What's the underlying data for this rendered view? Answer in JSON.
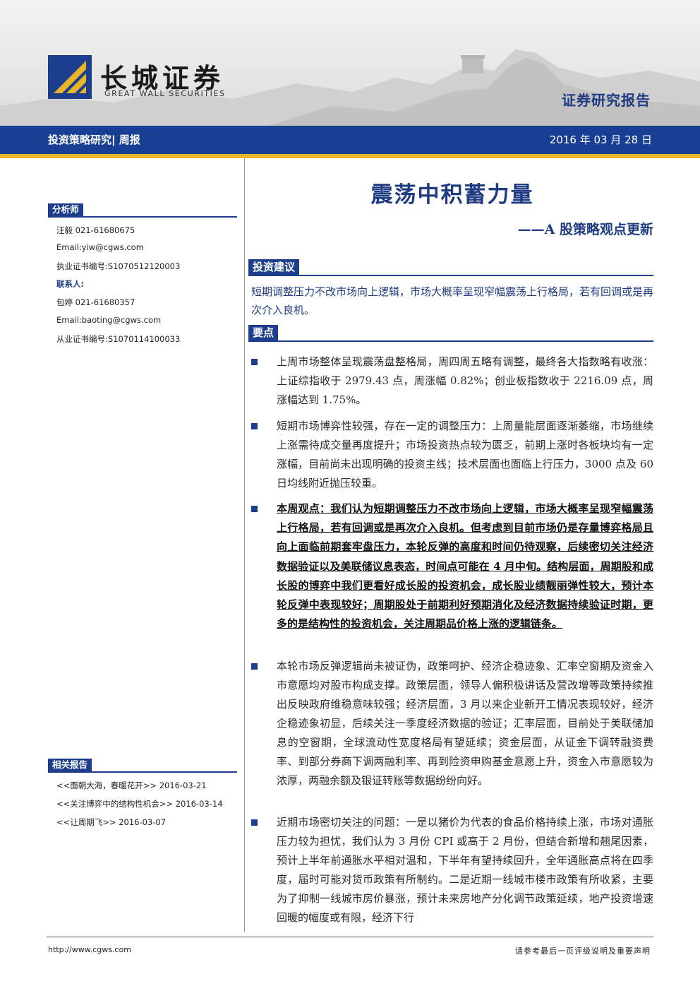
{
  "header": {
    "logo_cn": "长城证券",
    "logo_en": "GREAT WALL SECURITIES",
    "report_type": "证券研究报告"
  },
  "band": {
    "category": "投资策略研究| 周报",
    "date": "2016 年 03 月 28 日"
  },
  "sidebar": {
    "analyst_heading": "分析师",
    "analyst_lines": [
      "汪毅 021-61680675",
      "Email:yiw@cgws.com",
      "执业证书编号:S1070512120003"
    ],
    "contact_heading": "联系人:",
    "contact_lines": [
      "包婷 021-61680357",
      "Email:baoting@cgws.com",
      "从业证书编号:S1070114100033"
    ],
    "related_heading": "相关报告",
    "related": [
      "<<面朝大海，春暖花开>> 2016-03-21",
      "<<关注博弈中的结构性机会>> 2016-03-14",
      "<<让周期飞>> 2016-03-07"
    ]
  },
  "main": {
    "title": "震荡中积蓄力量",
    "subtitle": "——A 股策略观点更新",
    "advice_heading": "投资建议",
    "advice_text": "短期调整压力不改市场向上逻辑，市场大概率呈现窄幅震荡上行格局，若有回调或是再次介入良机。",
    "points_heading": "要点",
    "points": [
      "上周市场整体呈现震荡盘整格局，周四周五略有调整，最终各大指数略有收涨：上证综指收于 2979.43 点，周涨幅 0.82%；创业板指数收于 2216.09 点，周涨幅达到 1.75%。",
      "短期市场博弈性较强，存在一定的调整压力：上周量能层面逐渐萎缩，市场继续上涨需待成交量再度提升；市场投资热点较为匮乏，前期上涨时各板块均有一定涨幅，目前尚未出现明确的投资主线；技术层面也面临上行压力，3000 点及 60 日均线附近抛压较重。",
      "本周观点：我们认为短期调整压力不改市场向上逻辑，市场大概率呈现窄幅震荡上行格局，若有回调或是再次介入良机。但考虑到目前市场仍是存量博弈格局且向上面临前期套牢盘压力，本轮反弹的高度和时间仍待观察，后续密切关注经济数据验证以及美联储议息表态，时间点可能在 4 月中旬。结构层面，周期股和成长股的博弈中我们更看好成长股的投资机会，成长股业绩靓丽弹性较大，预计本轮反弹中表现较好；周期股处于前期利好预期消化及经济数据持续验证时期，更多的是结构性的投资机会，关注周期品价格上涨的逻辑链条。",
      "本轮市场反弹逻辑尚未被证伪，政策呵护、经济企稳迹象、汇率空窗期及资金入市意愿均对股市构成支撑。政策层面，领导人偏积极讲话及营改增等政策持续推出反映政府维稳意味较强；经济层面，3 月以来企业新开工情况表现较好，经济企稳迹象初显，后续关注一季度经济数据的验证；汇率层面，目前处于美联储加息的空窗期，全球流动性宽度格局有望延续；资金层面，从证金下调转融资费率、到部分券商下调两融利率、再到险资申购基金意愿上升，资金入市意愿较为浓厚，两融余额及银证转账等数据纷纷向好。",
      "近期市场密切关注的问题：一是以猪价为代表的食品价格持续上涨，市场对通胀压力较为担忧，我们认为 3 月份 CPI 或高于 2 月份，但结合新增和翘尾因素，预计上半年前通胀水平相对温和，下半年有望持续回升，全年通胀高点将在四季度，届时可能对货币政策有所制约。二是近期一线城市楼市政策有所收紧，主要为了抑制一线城市房价暴涨，预计未来房地产分化调节政策延续，地产投资增速回暖的幅度或有限，经济下行"
    ]
  },
  "footer": {
    "url": "http://www.cgws.com",
    "disclaimer": "请参考最后一页评级说明及重要声明"
  },
  "colors": {
    "brand_blue": "#183f93",
    "accent_gold": "#e6b52a"
  }
}
